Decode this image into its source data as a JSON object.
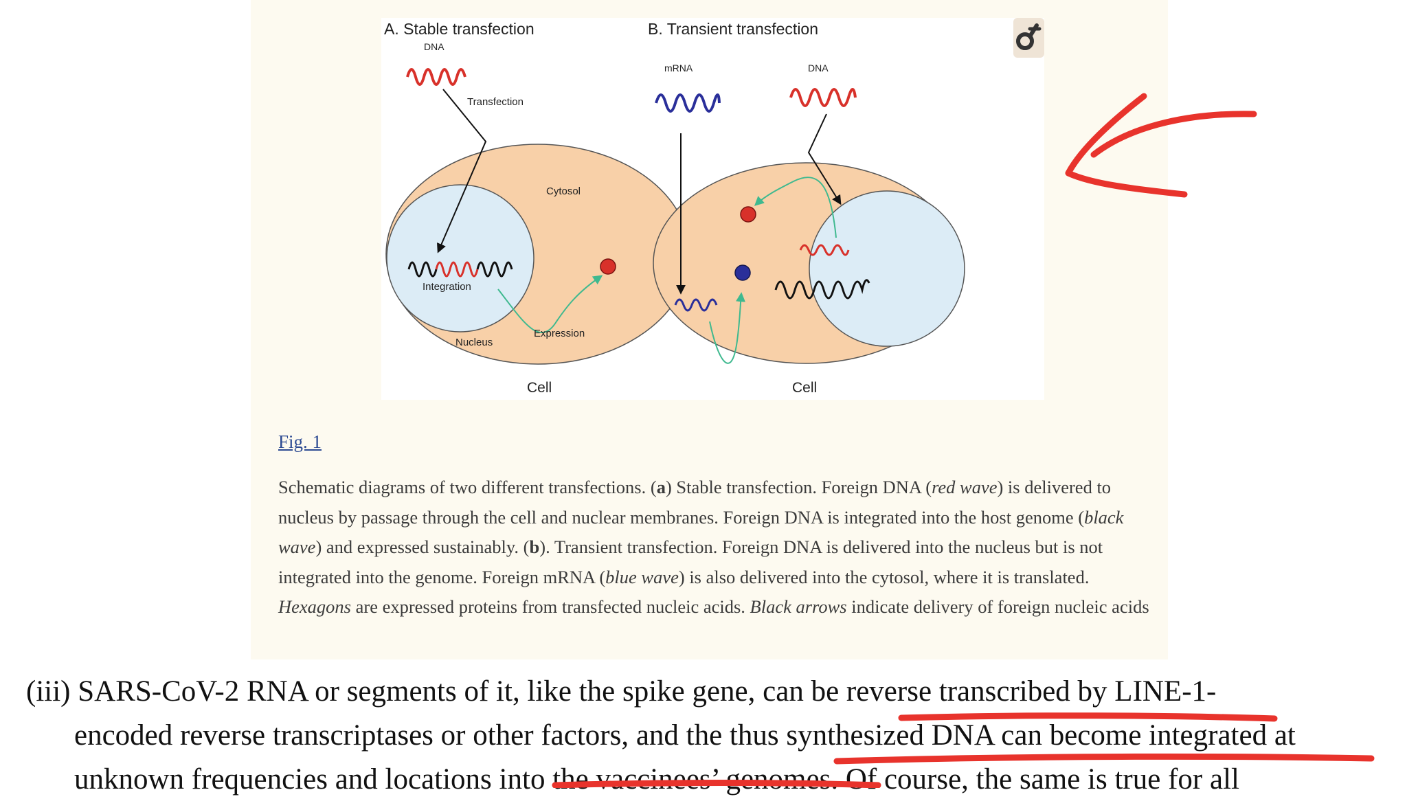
{
  "figure": {
    "panel_a": {
      "title": "A. Stable transfection",
      "dna_label": "DNA",
      "transfection_label": "Transfection",
      "cytosol_label": "Cytosol",
      "integration_label": "Integration",
      "nucleus_label": "Nucleus",
      "expression_label": "Expression",
      "cell_label": "Cell"
    },
    "panel_b": {
      "title": "B. Transient transfection",
      "mrna_label": "mRNA",
      "dna_label": "DNA",
      "cell_label": "Cell"
    },
    "colors": {
      "dna_wave": "#d8312a",
      "mrna_wave": "#2a2f9a",
      "host_wave": "#111111",
      "cell_fill": "#f8d0a8",
      "nucleus_fill": "#dcecf6",
      "expression_arrow": "#3fb98f",
      "protein_red": "#d8312a",
      "protein_blue": "#2a2f9a",
      "annotation_ink": "#e8332c"
    },
    "logo_icon": "ring-handle-icon"
  },
  "fig_link": "Fig. 1",
  "caption": {
    "s1": "Schematic diagrams of two different transfections. (",
    "a": "a",
    "s2": ") Stable transfection. Foreign DNA (",
    "red_wave": "red wave",
    "s3": ") is delivered to nucleus by passage through the cell and nuclear membranes. Foreign DNA is integrated into the host genome (",
    "black_wave": "black wave",
    "s4": ") and expressed sustainably. (",
    "b": "b",
    "s5": "). Transient transfection. Foreign DNA is delivered into the nucleus but is not integrated into the genome. Foreign mRNA (",
    "blue_wave": "blue wave",
    "s6": ") is also delivered into the cytosol, where it is translated. ",
    "hexagons": "Hexagons",
    "s7": " are expressed proteins from transfected nucleic acids. ",
    "black_arrows": "Black arrows",
    "s8": " indicate delivery of foreign nucleic acids"
  },
  "body": {
    "line1_a": "(iii) SARS-CoV-2 RNA or segments of it, like the spike gene, can be ",
    "line1_b": "reverse transcribed by LINE-1",
    "line1_c": "-",
    "line2_a": "encoded reverse transcriptases or other factors, and the thus ",
    "line2_b": "synthesized DNA can become integrated",
    "line2_c": " at",
    "line3_a": "unknown frequencies and locations in",
    "line3_b": "to the vaccinees’ genomes",
    "line3_c": ". Of course, the same is true for all"
  }
}
